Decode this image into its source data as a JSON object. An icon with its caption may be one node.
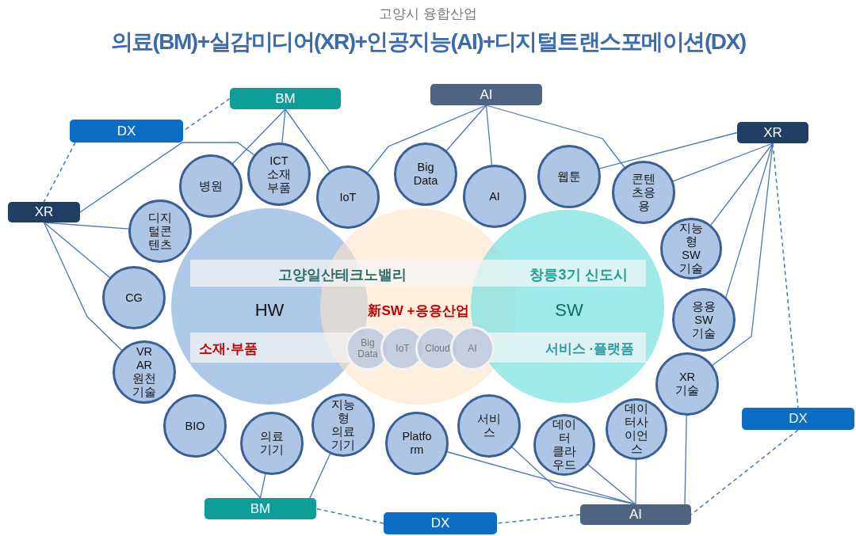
{
  "diagram": {
    "title": "의료(BM)+실감미디어(XR)+인공지능(AI)+디지털트랜스포메이션(DX)",
    "nodes": [
      {
        "text": [
          "BM"
        ]
      },
      {
        "text": [
          "AI"
        ]
      },
      {
        "text": [
          "DX"
        ]
      },
      {
        "text": [
          "XR"
        ]
      },
      {
        "text": [
          "XR"
        ]
      },
      {
        "text": [
          "병원"
        ]
      },
      {
        "text": [
          "ICT 소재 부품"
        ]
      },
      {
        "text": [
          "IoT"
        ]
      },
      {
        "text": [
          "Big Data"
        ]
      },
      {
        "text": [
          "AI"
        ]
      },
      {
        "text": [
          "웹툰"
        ]
      },
      {
        "text": [
          "콘텐츠응용"
        ]
      },
      {
        "text": [
          "디지털콘텐츠"
        ]
      },
      {
        "text": [
          "지능형 SW 기술"
        ]
      },
      {
        "text": [
          "CG"
        ]
      },
      {
        "text": [
          "고양일산테크노밸리",
          "HW",
          "소재·부품"
        ]
      },
      {
        "text": [
          "新SW +응용산업"
        ]
      },
      {
        "text": [
          "창릉3기 신도시",
          "SW",
          "서비스 ·플랫폼"
        ]
      },
      {
        "text": [
          "Big Data"
        ],
        "in": 16
      },
      {
        "text": [
          "IoT"
        ],
        "in": 16
      },
      {
        "text": [
          "Cloud"
        ],
        "in": 16
      },
      {
        "text": [
          "AI"
        ],
        "in": 16
      },
      {
        "text": [
          "응용 SW 기술"
        ]
      },
      {
        "text": [
          "VR AR 원천기술"
        ]
      },
      {
        "text": [
          "XR 기술"
        ]
      },
      {
        "text": [
          "BIO"
        ]
      },
      {
        "text": [
          "의료 기기"
        ]
      },
      {
        "text": [
          "지능형 의료기기"
        ]
      },
      {
        "text": [
          "Platform"
        ]
      },
      {
        "text": [
          "서비스"
        ]
      },
      {
        "text": [
          "데이터 클라우드"
        ]
      },
      {
        "text": [
          "데이터사이언스"
        ]
      },
      {
        "text": [
          "DX"
        ]
      },
      {
        "text": [
          "BM"
        ]
      },
      {
        "text": [
          "DX"
        ]
      },
      {
        "text": [
          "AI"
        ]
      }
    ],
    "edges": [
      {
        "from": 0,
        "to": 5,
        "arrow": "none"
      },
      {
        "from": 0,
        "to": 6,
        "arrow": "none"
      },
      {
        "from": 0,
        "to": 7,
        "arrow": "none"
      },
      {
        "from": 1,
        "to": 7,
        "arrow": "none"
      },
      {
        "from": 1,
        "to": 8,
        "arrow": "none"
      },
      {
        "from": 1,
        "to": 9,
        "arrow": "none"
      },
      {
        "from": 1,
        "to": 11,
        "arrow": "none"
      },
      {
        "from": 3,
        "to": 10,
        "arrow": "none"
      },
      {
        "from": 3,
        "to": 11,
        "arrow": "none"
      },
      {
        "from": 3,
        "to": 13,
        "arrow": "none"
      },
      {
        "from": 3,
        "to": 22,
        "arrow": "none"
      },
      {
        "from": 3,
        "to": 24,
        "arrow": "none"
      },
      {
        "from": 4,
        "to": 6,
        "arrow": "none"
      },
      {
        "from": 4,
        "to": 12,
        "arrow": "none"
      },
      {
        "from": 4,
        "to": 14,
        "arrow": "none"
      },
      {
        "from": 4,
        "to": 23,
        "arrow": "none"
      },
      {
        "from": 33,
        "to": 25,
        "arrow": "none"
      },
      {
        "from": 33,
        "to": 26,
        "arrow": "none"
      },
      {
        "from": 33,
        "to": 27,
        "arrow": "none"
      },
      {
        "from": 35,
        "to": 28,
        "arrow": "none"
      },
      {
        "from": 35,
        "to": 29,
        "arrow": "none"
      },
      {
        "from": 35,
        "to": 30,
        "arrow": "none"
      },
      {
        "from": 35,
        "to": 31,
        "arrow": "none"
      },
      {
        "from": 35,
        "to": 24,
        "arrow": "none"
      },
      {
        "from": 0,
        "to": 2,
        "arrow": "none",
        "style": "dashed"
      },
      {
        "from": 2,
        "to": 4,
        "arrow": "none",
        "style": "dashed"
      },
      {
        "from": 3,
        "to": 32,
        "arrow": "none",
        "style": "dashed"
      },
      {
        "from": 32,
        "to": 35,
        "arrow": "none",
        "style": "dashed"
      },
      {
        "from": 35,
        "to": 34,
        "arrow": "none",
        "style": "dashed"
      },
      {
        "from": 34,
        "to": 33,
        "arrow": "none",
        "style": "dashed"
      }
    ],
    "labels": [
      "고양시 융합산업"
    ]
  }
}
